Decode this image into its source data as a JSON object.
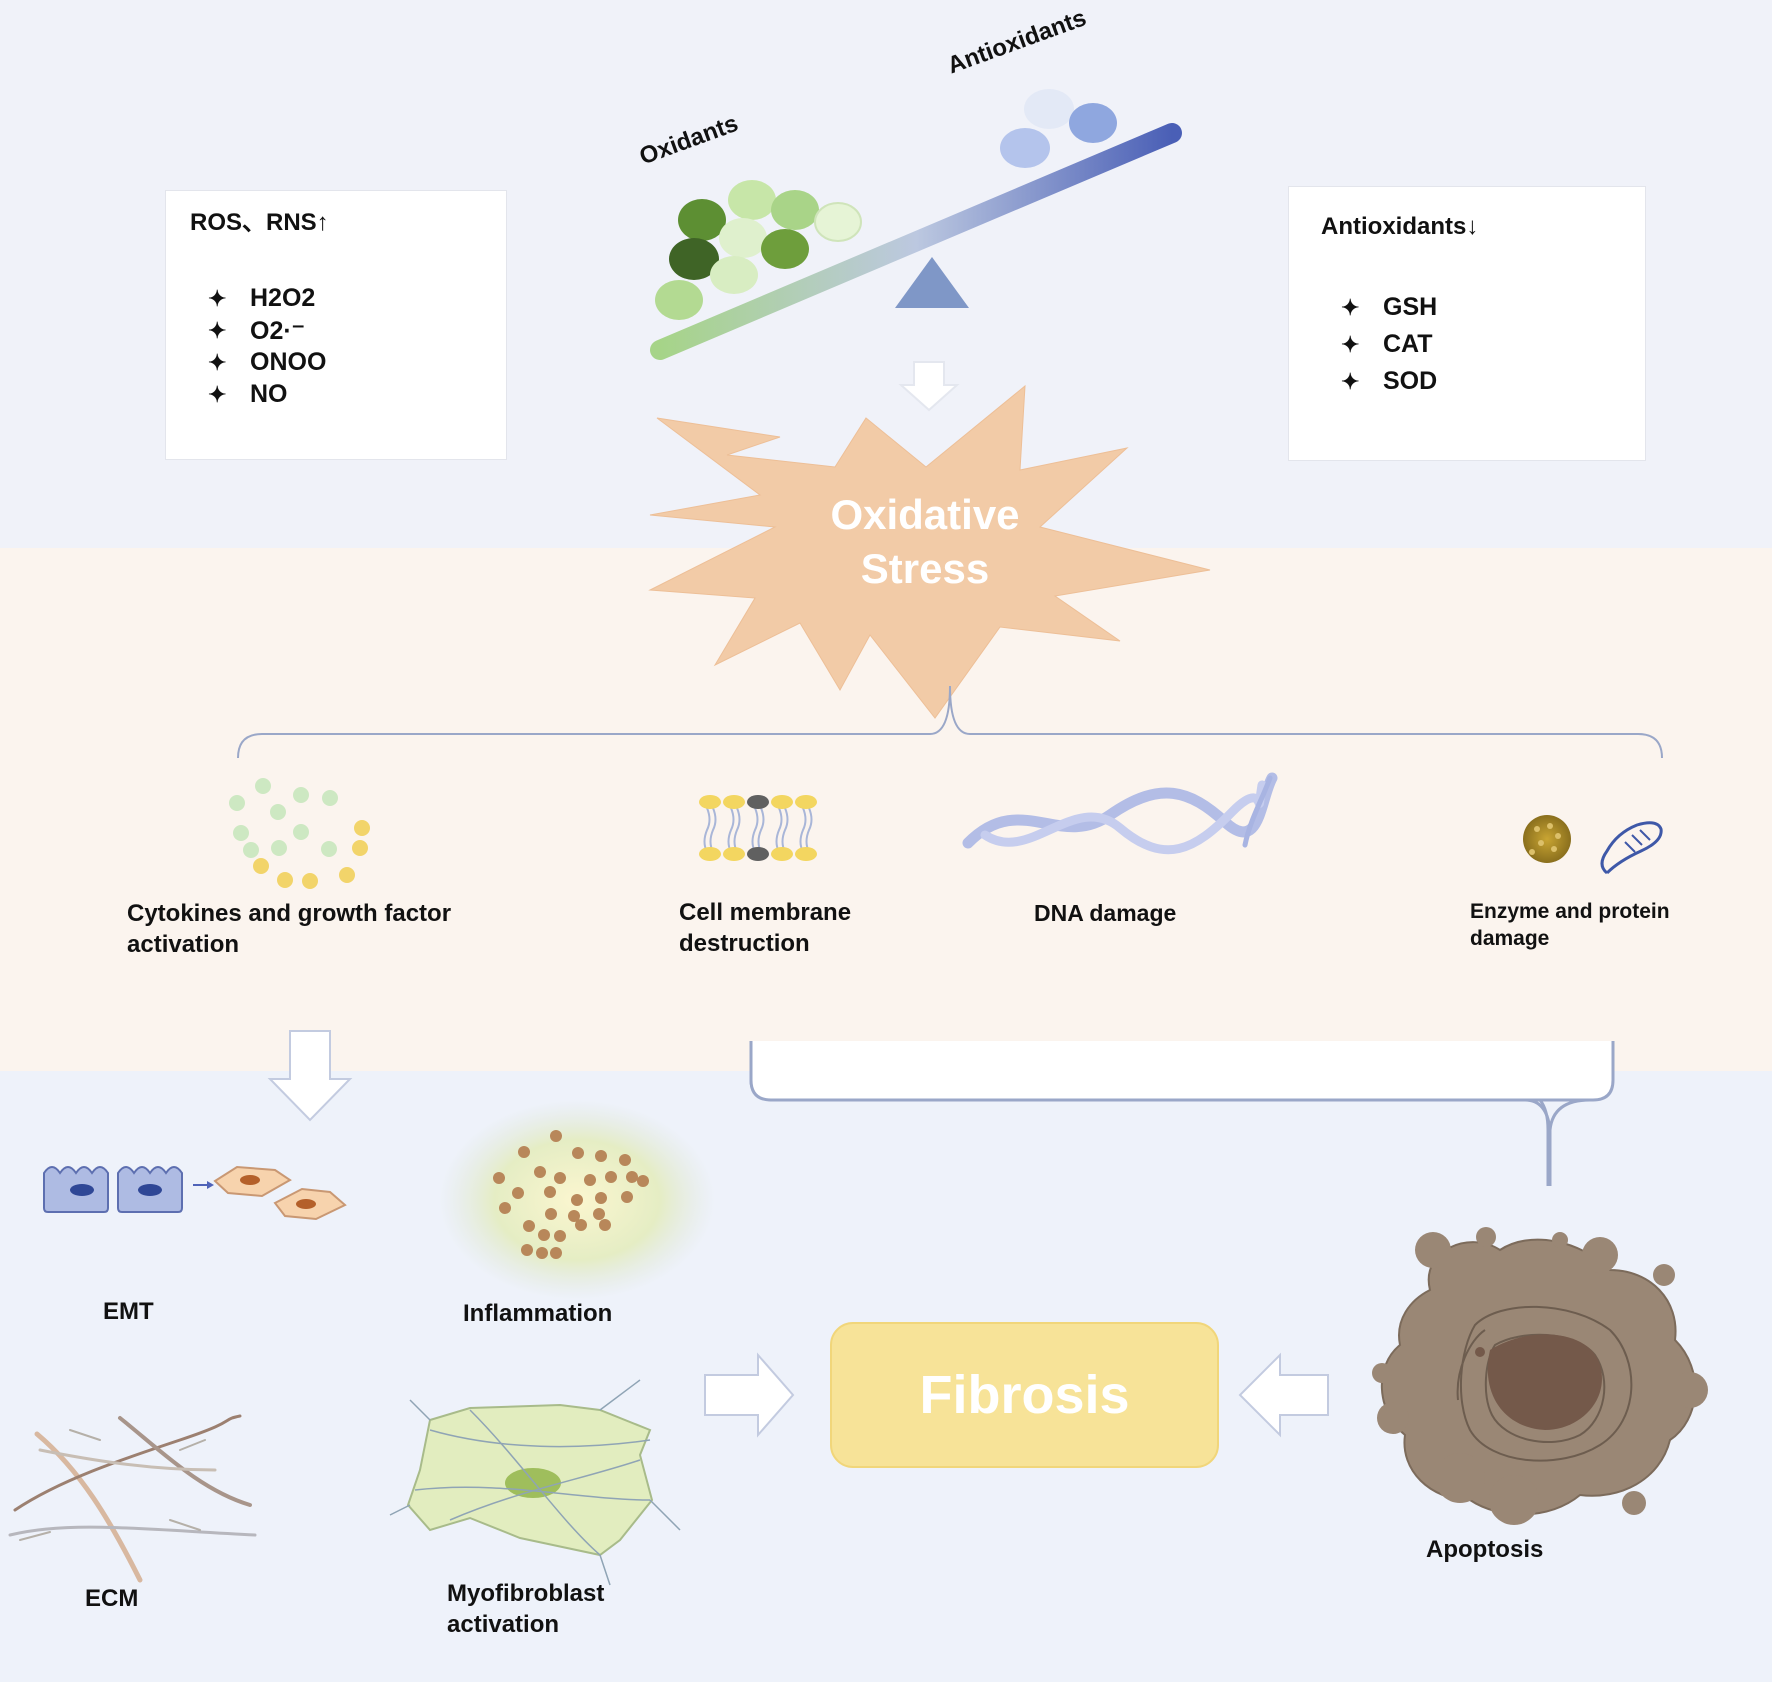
{
  "balance": {
    "oxidants_label": "Oxidants",
    "antioxidants_label": "Antioxidants"
  },
  "left_box": {
    "title": "ROS、RNS↑",
    "items": [
      "H2O2",
      "O2·⁻",
      "ONOO",
      "NO"
    ]
  },
  "right_box": {
    "title": "Antioxidants↓",
    "items": [
      "GSH",
      "CAT",
      "SOD"
    ]
  },
  "center": {
    "oxidative_stress_line1": "Oxidative",
    "oxidative_stress_line2": "Stress"
  },
  "effects": {
    "cytokines_line1": "Cytokines and growth factor",
    "cytokines_line2": "activation",
    "membrane_line1": "Cell membrane",
    "membrane_line2": "destruction",
    "dna": "DNA damage",
    "enzyme_line1": "Enzyme and protein",
    "enzyme_line2": "damage"
  },
  "outcomes": {
    "emt": "EMT",
    "inflammation": "Inflammation",
    "ecm": "ECM",
    "myofibroblast_line1": "Myofibroblast",
    "myofibroblast_line2": "activation",
    "apoptosis": "Apoptosis",
    "fibrosis": "Fibrosis"
  },
  "colors": {
    "top_band": "#f0f2f9",
    "middle_band": "#fbf4ee",
    "bottom_band": "#eef2fa",
    "starburst": "#f2cba7",
    "fibrosis_box": "#f7e398",
    "seesaw_green": "#a8d58a",
    "seesaw_blue": "#4f63b8"
  }
}
